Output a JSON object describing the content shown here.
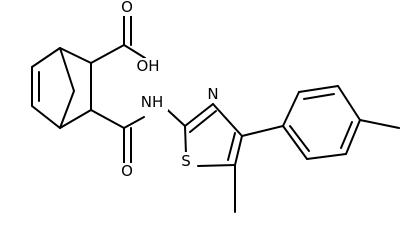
{
  "molecule": {
    "atom_labels": {
      "o_carbonyl_top": "O",
      "oh": "OH",
      "nh": "NH",
      "n_ring": "N",
      "s_ring": "S",
      "o_carbonyl_bottom": "O"
    }
  }
}
